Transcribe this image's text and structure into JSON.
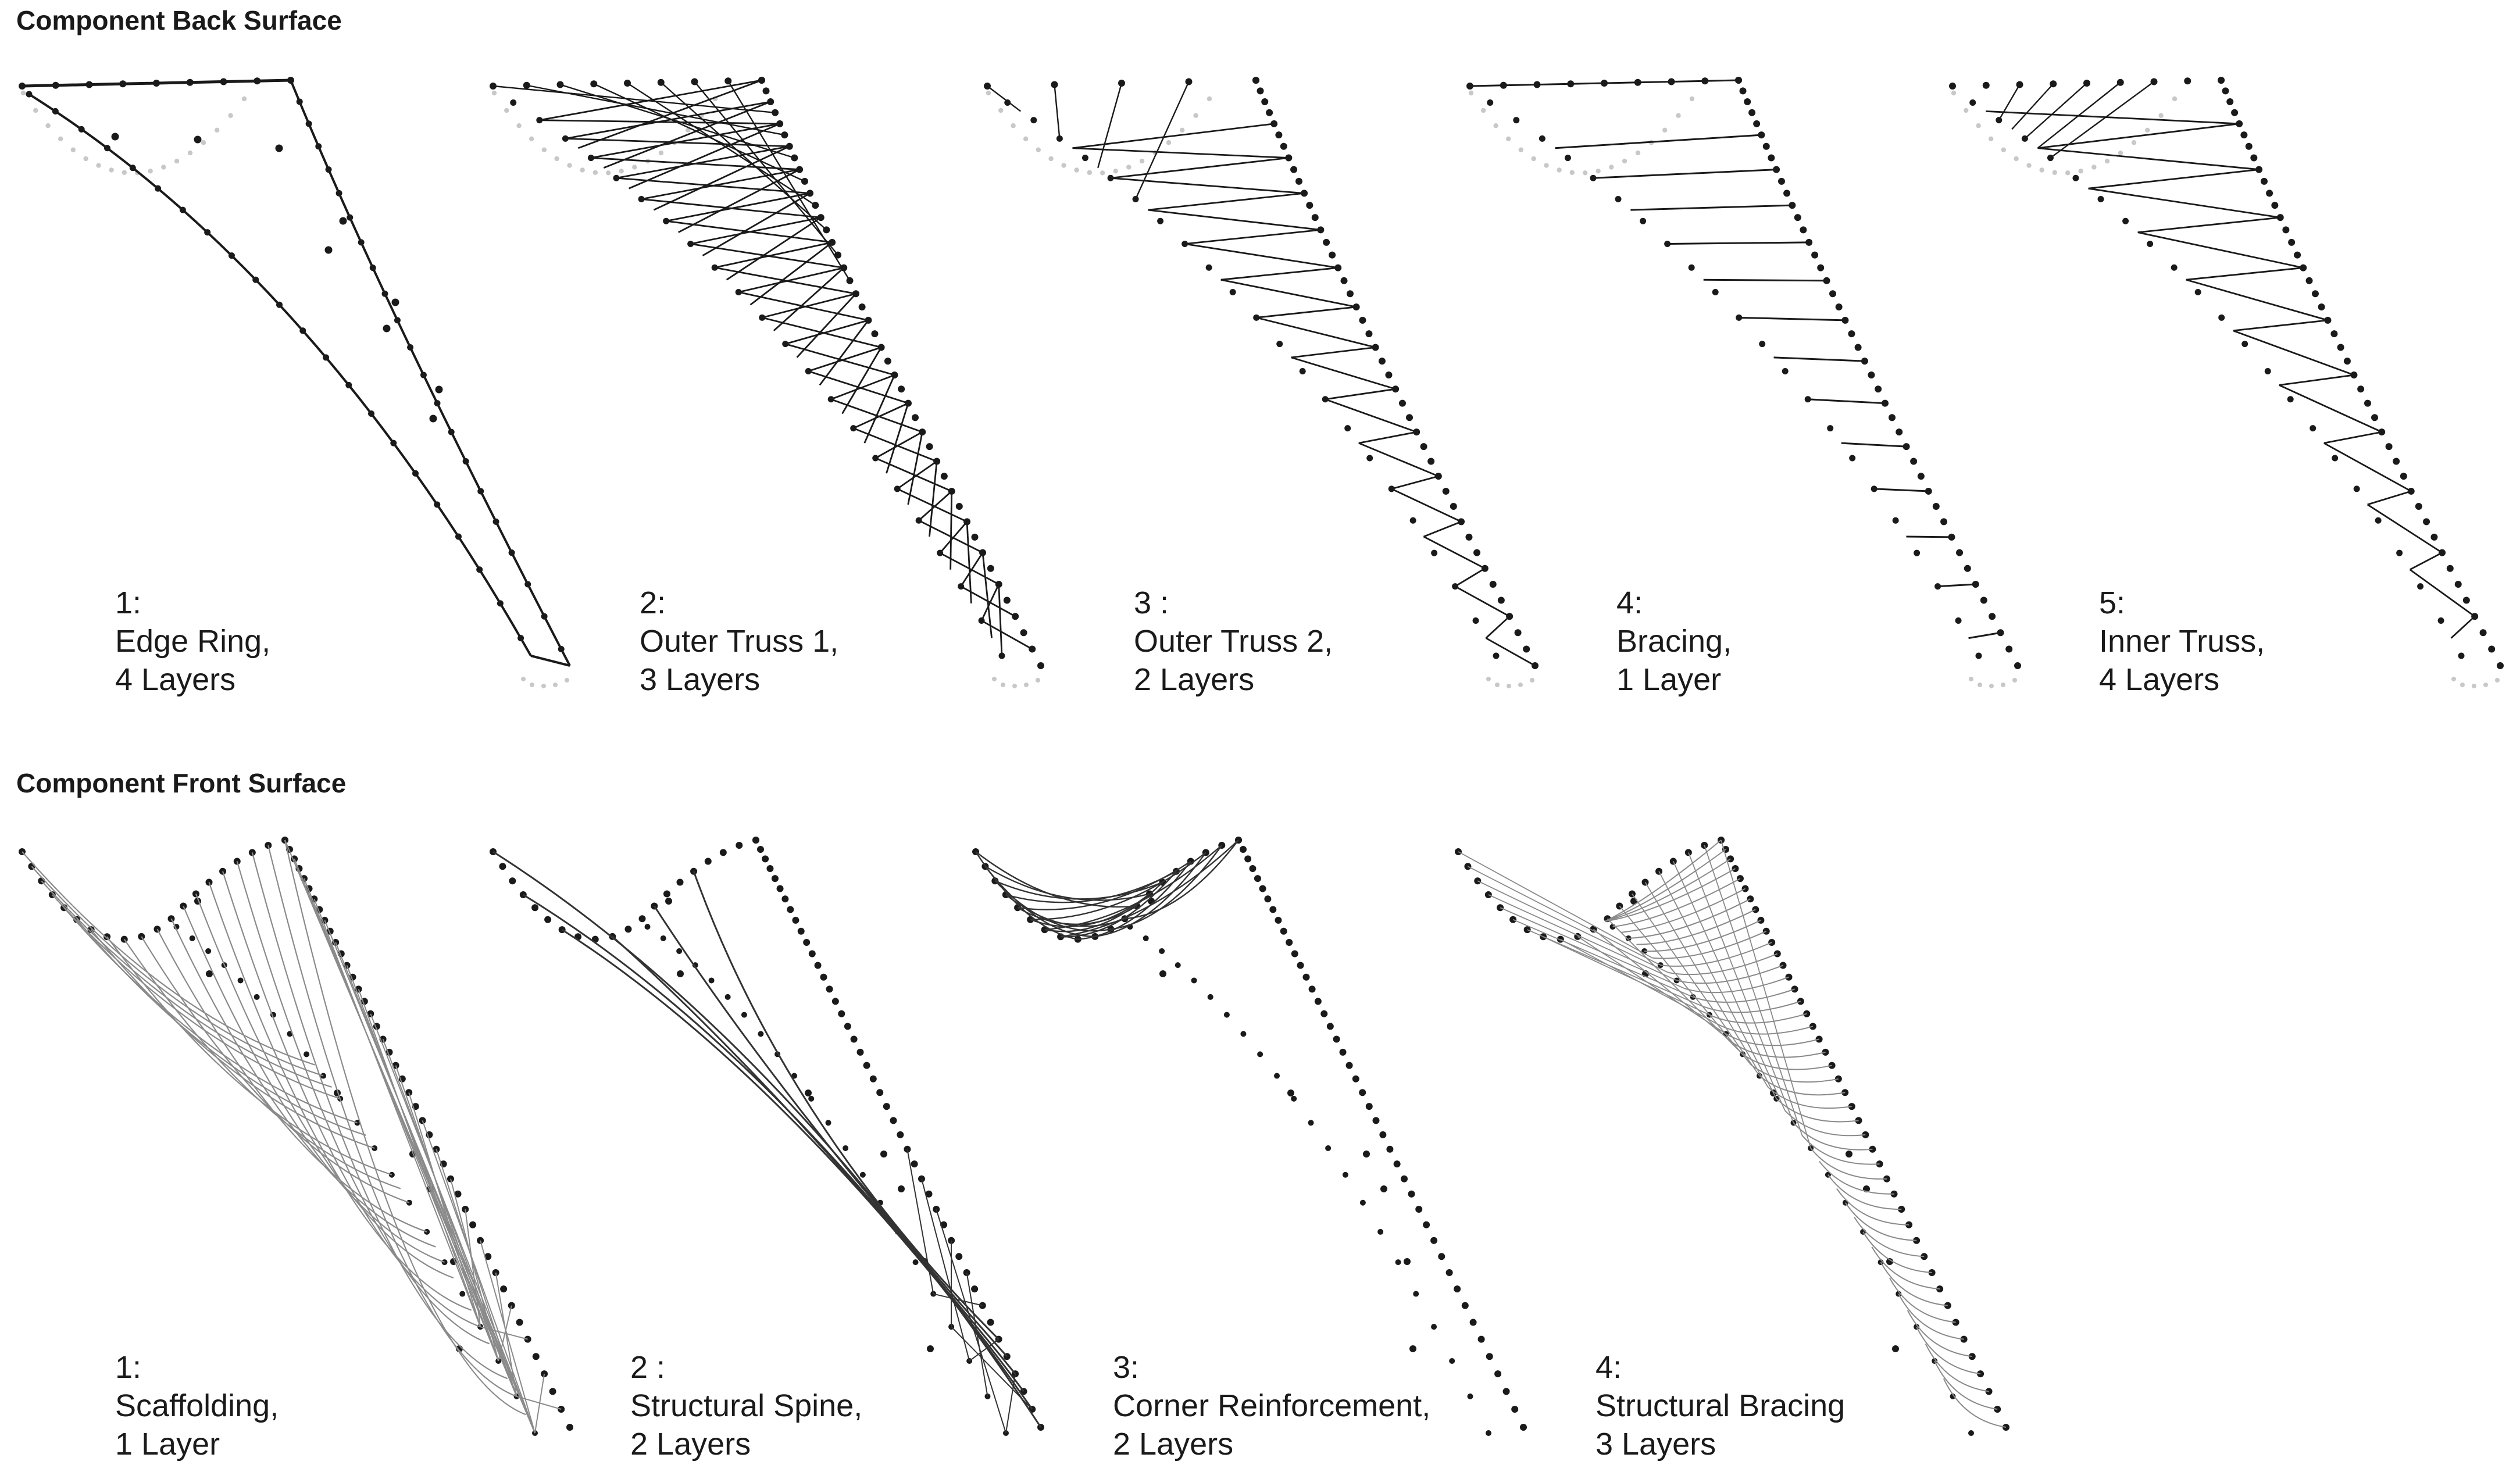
{
  "sections": [
    {
      "title": "Component Back Surface",
      "panels": [
        {
          "label": "1:",
          "name": "Edge Ring,",
          "layers": "4 Layers",
          "pattern": "edge-ring",
          "ghost": true
        },
        {
          "label": "2:",
          "name": "Outer Truss 1,",
          "layers": "3 Layers",
          "pattern": "outer-truss-1",
          "ghost": true
        },
        {
          "label": "3 :",
          "name": "Outer Truss 2,",
          "layers": "2 Layers",
          "pattern": "outer-truss-2",
          "ghost": true
        },
        {
          "label": "4:",
          "name": "Bracing,",
          "layers": "1 Layer",
          "pattern": "bracing",
          "ghost": true
        },
        {
          "label": "5:",
          "name": "Inner Truss,",
          "layers": "4 Layers",
          "pattern": "inner-truss",
          "ghost": true
        }
      ]
    },
    {
      "title": "Component Front Surface",
      "panels": [
        {
          "label": "1:",
          "name": "Scaffolding,",
          "layers": "1 Layer",
          "pattern": "scaffolding",
          "ghost": false
        },
        {
          "label": "2 :",
          "name": "Structural Spine,",
          "layers": "2 Layers",
          "pattern": "structural-spine",
          "ghost": false
        },
        {
          "label": "3:",
          "name": "Corner Reinforcement,",
          "layers": "2 Layers",
          "pattern": "corner-reinforcement",
          "ghost": false
        },
        {
          "label": "4:",
          "name": "Structural Bracing",
          "layers": "3 Layers",
          "pattern": "structural-bracing",
          "ghost": false
        }
      ]
    }
  ],
  "colors": {
    "ink": "#1a1a1a",
    "ghost": "#c8c8c8",
    "thread": "#8a8a8a",
    "thread_dark": "#333333"
  }
}
